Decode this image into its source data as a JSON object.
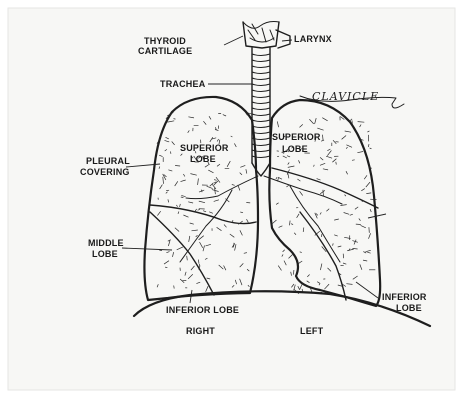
{
  "labels": {
    "thyroid_line1": "THYROID",
    "thyroid_line2": "CARTILAGE",
    "larynx": "LARYNX",
    "trachea": "TRACHEA",
    "clavicle": "CLAVICLE",
    "superior_right_line1": "SUPERIOR",
    "superior_right_line2": "LOBE",
    "superior_left_line1": "SUPERIOR",
    "superior_left_line2": "LOBE",
    "pleural_line1": "PLEURAL",
    "pleural_line2": "COVERING",
    "middle_line1": "MIDDLE",
    "middle_line2": "LOBE",
    "inferior_right": "INFERIOR LOBE",
    "inferior_left_line1": "INFERIOR",
    "inferior_left_line2": "LOBE",
    "right": "RIGHT",
    "left": "LEFT"
  }
}
